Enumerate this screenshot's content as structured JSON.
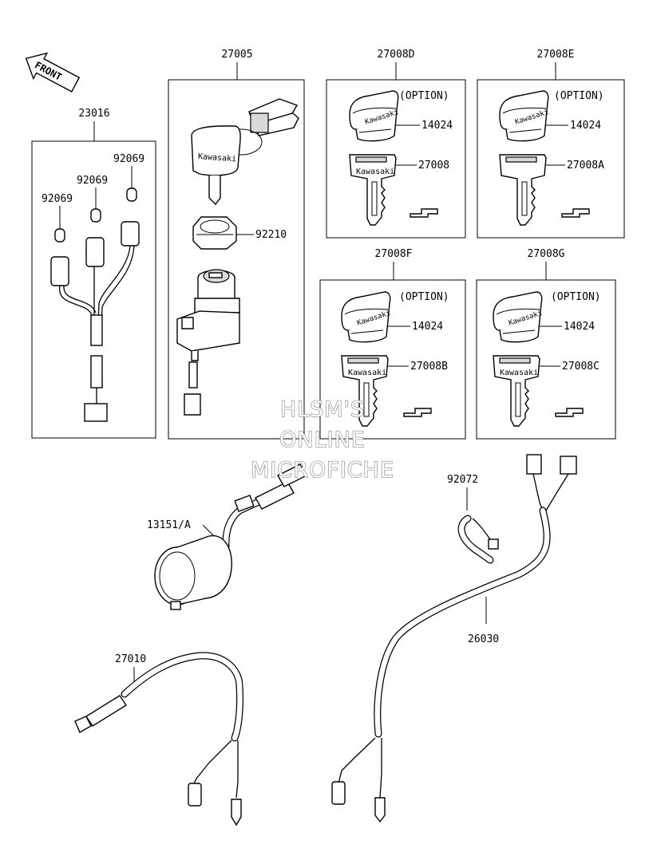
{
  "front_arrow": {
    "label": "FRONT"
  },
  "groups": {
    "ignition_harness": {
      "ref": "23016",
      "parts": [
        "92069",
        "92069",
        "92069"
      ]
    },
    "ignition_switch": {
      "ref": "27005",
      "parts": [
        "92210"
      ],
      "key_brand": "Kawasaki"
    },
    "key_set_d": {
      "ref": "27008D",
      "option": "(OPTION)",
      "parts": [
        "14024",
        "27008"
      ],
      "key_brand": "Kawasaki"
    },
    "key_set_e": {
      "ref": "27008E",
      "option": "(OPTION)",
      "parts": [
        "14024",
        "27008A"
      ],
      "key_brand": "Kawasaki"
    },
    "key_set_f": {
      "ref": "27008F",
      "option": "(OPTION)",
      "parts": [
        "14024",
        "27008B"
      ],
      "key_brand": "Kawasaki"
    },
    "key_set_g": {
      "ref": "27008G",
      "option": "(OPTION)",
      "parts": [
        "14024",
        "27008C"
      ],
      "key_brand": "Kawasaki"
    }
  },
  "loose_parts": {
    "socket": "13151/A",
    "band": "92072",
    "harness": "26030",
    "lead": "27010"
  },
  "watermark": [
    "HLSM'S",
    "ONLINE",
    "MICROFICHE"
  ]
}
